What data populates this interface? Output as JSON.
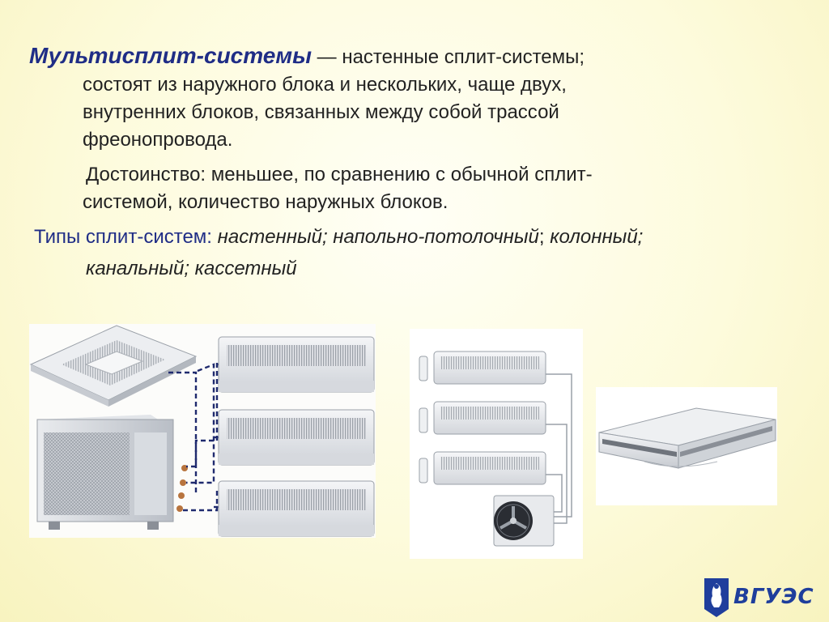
{
  "paragraph1": {
    "term": "Мультисплит-системы",
    "rest": " — настенные сплит-системы;",
    "lines": [
      "состоят из наружного блока и нескольких, чаще двух,",
      "внутренних блоков, связанных между собой трассой",
      "фреонопровода."
    ]
  },
  "paragraph2": {
    "lines": [
      "Достоинство: меньшее, по сравнению с обычной сплит-",
      "системой, количество наружных блоков."
    ]
  },
  "types": {
    "label": "Типы сплит-систем: ",
    "items": [
      "настенный; напольно-потолочный",
      "; ",
      "колонный;"
    ],
    "line2": "канальный; кассетный"
  },
  "logo": {
    "text": "ВГУЭС"
  },
  "colors": {
    "term": "#1f2d86",
    "label": "#1f2d86",
    "background": "#fdfbdc",
    "pipe": "#1f2a6e"
  },
  "icons": {
    "logo_mark": "university-emblem-icon"
  }
}
